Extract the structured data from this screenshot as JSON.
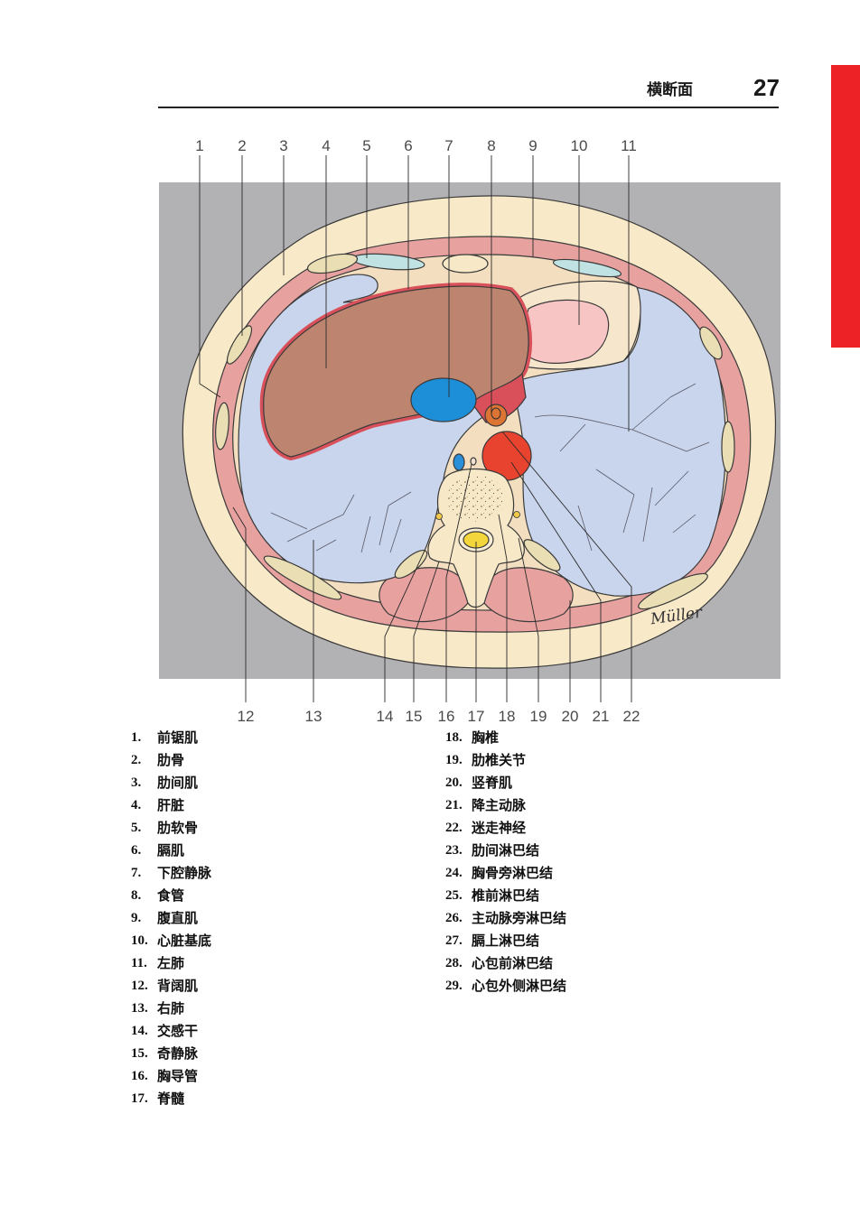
{
  "header": {
    "section_title": "横断面",
    "page_number": "27"
  },
  "figure": {
    "top_labels": [
      "1",
      "2",
      "3",
      "4",
      "5",
      "6",
      "7",
      "8",
      "9",
      "10",
      "11"
    ],
    "bottom_labels": [
      "12",
      "13",
      "14",
      "15",
      "16",
      "17",
      "18",
      "19",
      "20",
      "21",
      "22"
    ],
    "signature": "Müller"
  },
  "legend": {
    "left": [
      {
        "num": "1.",
        "term": "前锯肌"
      },
      {
        "num": "2.",
        "term": "肋骨"
      },
      {
        "num": "3.",
        "term": "肋间肌"
      },
      {
        "num": "4.",
        "term": "肝脏"
      },
      {
        "num": "5.",
        "term": "肋软骨"
      },
      {
        "num": "6.",
        "term": "膈肌"
      },
      {
        "num": "7.",
        "term": "下腔静脉"
      },
      {
        "num": "8.",
        "term": "食管"
      },
      {
        "num": "9.",
        "term": "腹直肌"
      },
      {
        "num": "10.",
        "term": "心脏基底"
      },
      {
        "num": "11.",
        "term": "左肺"
      },
      {
        "num": "12.",
        "term": "背阔肌"
      },
      {
        "num": "13.",
        "term": "右肺"
      },
      {
        "num": "14.",
        "term": "交感干"
      },
      {
        "num": "15.",
        "term": "奇静脉"
      },
      {
        "num": "16.",
        "term": "胸导管"
      },
      {
        "num": "17.",
        "term": "脊髓"
      }
    ],
    "right": [
      {
        "num": "18.",
        "term": "胸椎"
      },
      {
        "num": "19.",
        "term": "肋椎关节"
      },
      {
        "num": "20.",
        "term": "竖脊肌"
      },
      {
        "num": "21.",
        "term": "降主动脉"
      },
      {
        "num": "22.",
        "term": "迷走神经"
      },
      {
        "num": "23.",
        "term": "肋间淋巴结"
      },
      {
        "num": "24.",
        "term": "胸骨旁淋巴结"
      },
      {
        "num": "25.",
        "term": "椎前淋巴结"
      },
      {
        "num": "26.",
        "term": "主动脉旁淋巴结"
      },
      {
        "num": "27.",
        "term": "膈上淋巴结"
      },
      {
        "num": "28.",
        "term": "心包前淋巴结"
      },
      {
        "num": "29.",
        "term": "心包外侧淋巴结"
      }
    ]
  }
}
